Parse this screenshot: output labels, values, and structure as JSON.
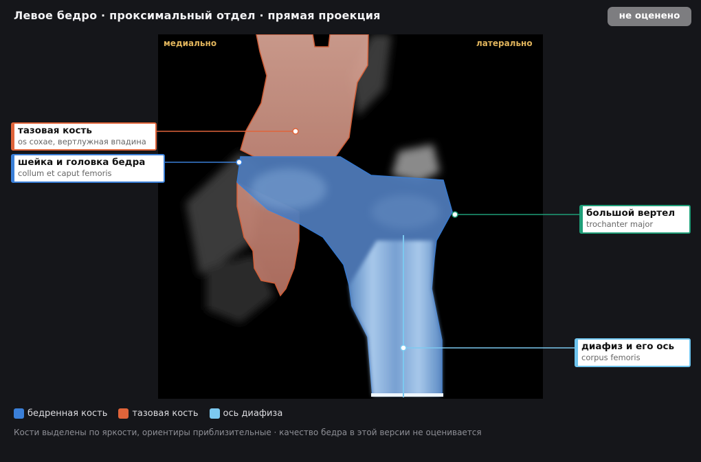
{
  "header": {
    "title": "Левое бедро · проксимальный отдел · прямая проекция",
    "status_label": "не оценено"
  },
  "viewer": {
    "orient_left": "медиально",
    "orient_right": "латерально"
  },
  "annotations": [
    {
      "title": "тазовая кость",
      "subtitle": "os coxae, вертлужная впадина",
      "color": "#e0643a"
    },
    {
      "title": "шейка и головка бедра",
      "subtitle": "collum et caput femoris",
      "color": "#3a7fd8"
    },
    {
      "title": "большой вертел",
      "subtitle": "trochanter major",
      "color": "#1f9e78"
    },
    {
      "title": "диафиз и его ось",
      "subtitle": "corpus femoris",
      "color": "#6ec4ee"
    }
  ],
  "legend": [
    {
      "label": "бедренная кость",
      "color": "#3a7fd8"
    },
    {
      "label": "тазовая кость",
      "color": "#e0643a"
    },
    {
      "label": "ось диафиза",
      "color": "#7cc9f0"
    }
  ],
  "footnote": "Кости выделены по яркости, ориентиры приблизительные · качество бедра в этой версии не оценивается"
}
